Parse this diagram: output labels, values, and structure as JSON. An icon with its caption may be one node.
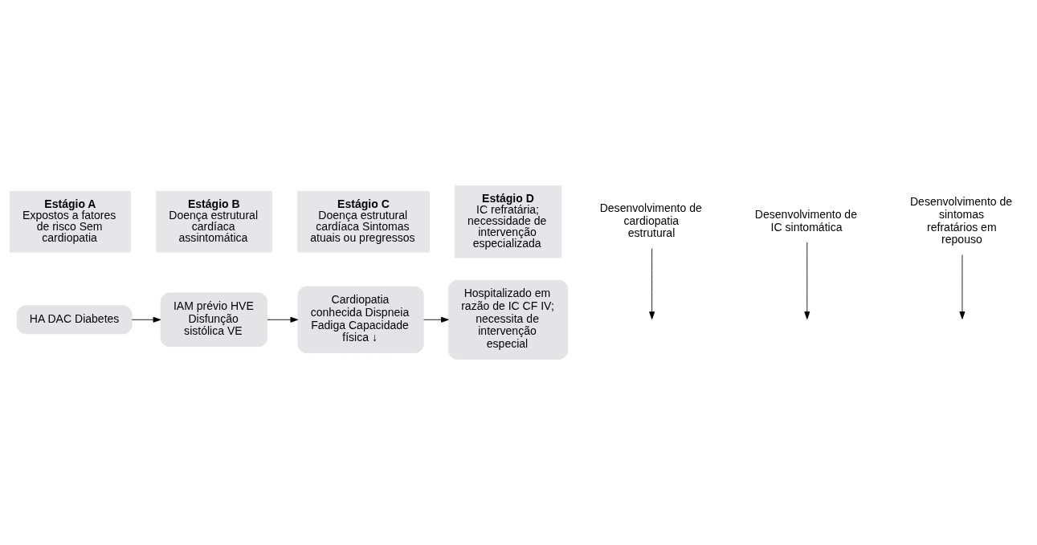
{
  "diagram": {
    "nodes": [
      {
        "text": [
          "Estágio A",
          "Expostos a fatores de risco Sem cardiopatia"
        ]
      },
      {
        "text": [
          "Estágio B",
          "Doença estrutural cardíaca assintomática"
        ]
      },
      {
        "text": [
          "Estágio C",
          "Doença estrutural cardíaca Sintomas atuais ou pregressos"
        ]
      },
      {
        "text": [
          "Estágio D",
          "IC refratária; necessidade de intervenção especializada"
        ]
      },
      {
        "text": [
          "HA DAC Diabetes"
        ]
      },
      {
        "text": [
          "IAM prévio HVE Disfunção sistólica VE"
        ]
      },
      {
        "text": [
          "Cardiopatia conhecida Dispneia Fadiga Capacidade física ↓"
        ]
      },
      {
        "text": [
          "Hospitalizado em razão de IC CF IV; necessita de intervenção especial"
        ]
      },
      {
        "text": [
          "Desenvolvimento de cardiopatia estrutural"
        ]
      },
      {
        "text": [
          "Desenvolvimento de IC sintomática"
        ]
      },
      {
        "text": [
          "Desenvolvimento de sintomas refratários em repouso"
        ]
      }
    ],
    "edges": [
      {
        "from": 4,
        "to": 5,
        "arrow": "to"
      },
      {
        "from": 5,
        "to": 6,
        "arrow": "to"
      },
      {
        "from": 6,
        "to": 7,
        "arrow": "to"
      },
      {
        "from": 8,
        "to": null,
        "arrow": "to"
      },
      {
        "from": 9,
        "to": null,
        "arrow": "to"
      },
      {
        "from": 10,
        "to": null,
        "arrow": "to"
      }
    ]
  }
}
